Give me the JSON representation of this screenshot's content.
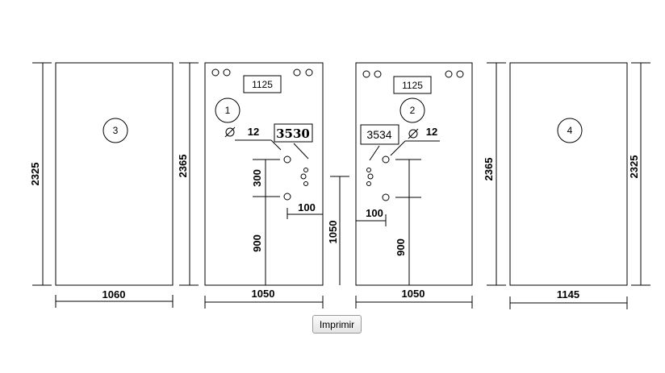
{
  "panels": {
    "p3": {
      "number": "3",
      "width": "1060",
      "height": "2325"
    },
    "p1": {
      "number": "1",
      "width": "1050",
      "height": "2365",
      "label_box": "1125",
      "mark_12": "12",
      "box_3530": "3530",
      "dim_300": "300",
      "dim_100": "100",
      "dim_900": "900"
    },
    "p2": {
      "number": "2",
      "width": "1050",
      "label_box": "1125",
      "mark_12": "12",
      "box_3534": "3534",
      "dim_100": "100",
      "dim_900": "900"
    },
    "p4": {
      "number": "4",
      "width": "1145",
      "height_left": "2365",
      "height_right": "2325"
    }
  },
  "middle_dim": "1050",
  "print_button": "Imprimir"
}
